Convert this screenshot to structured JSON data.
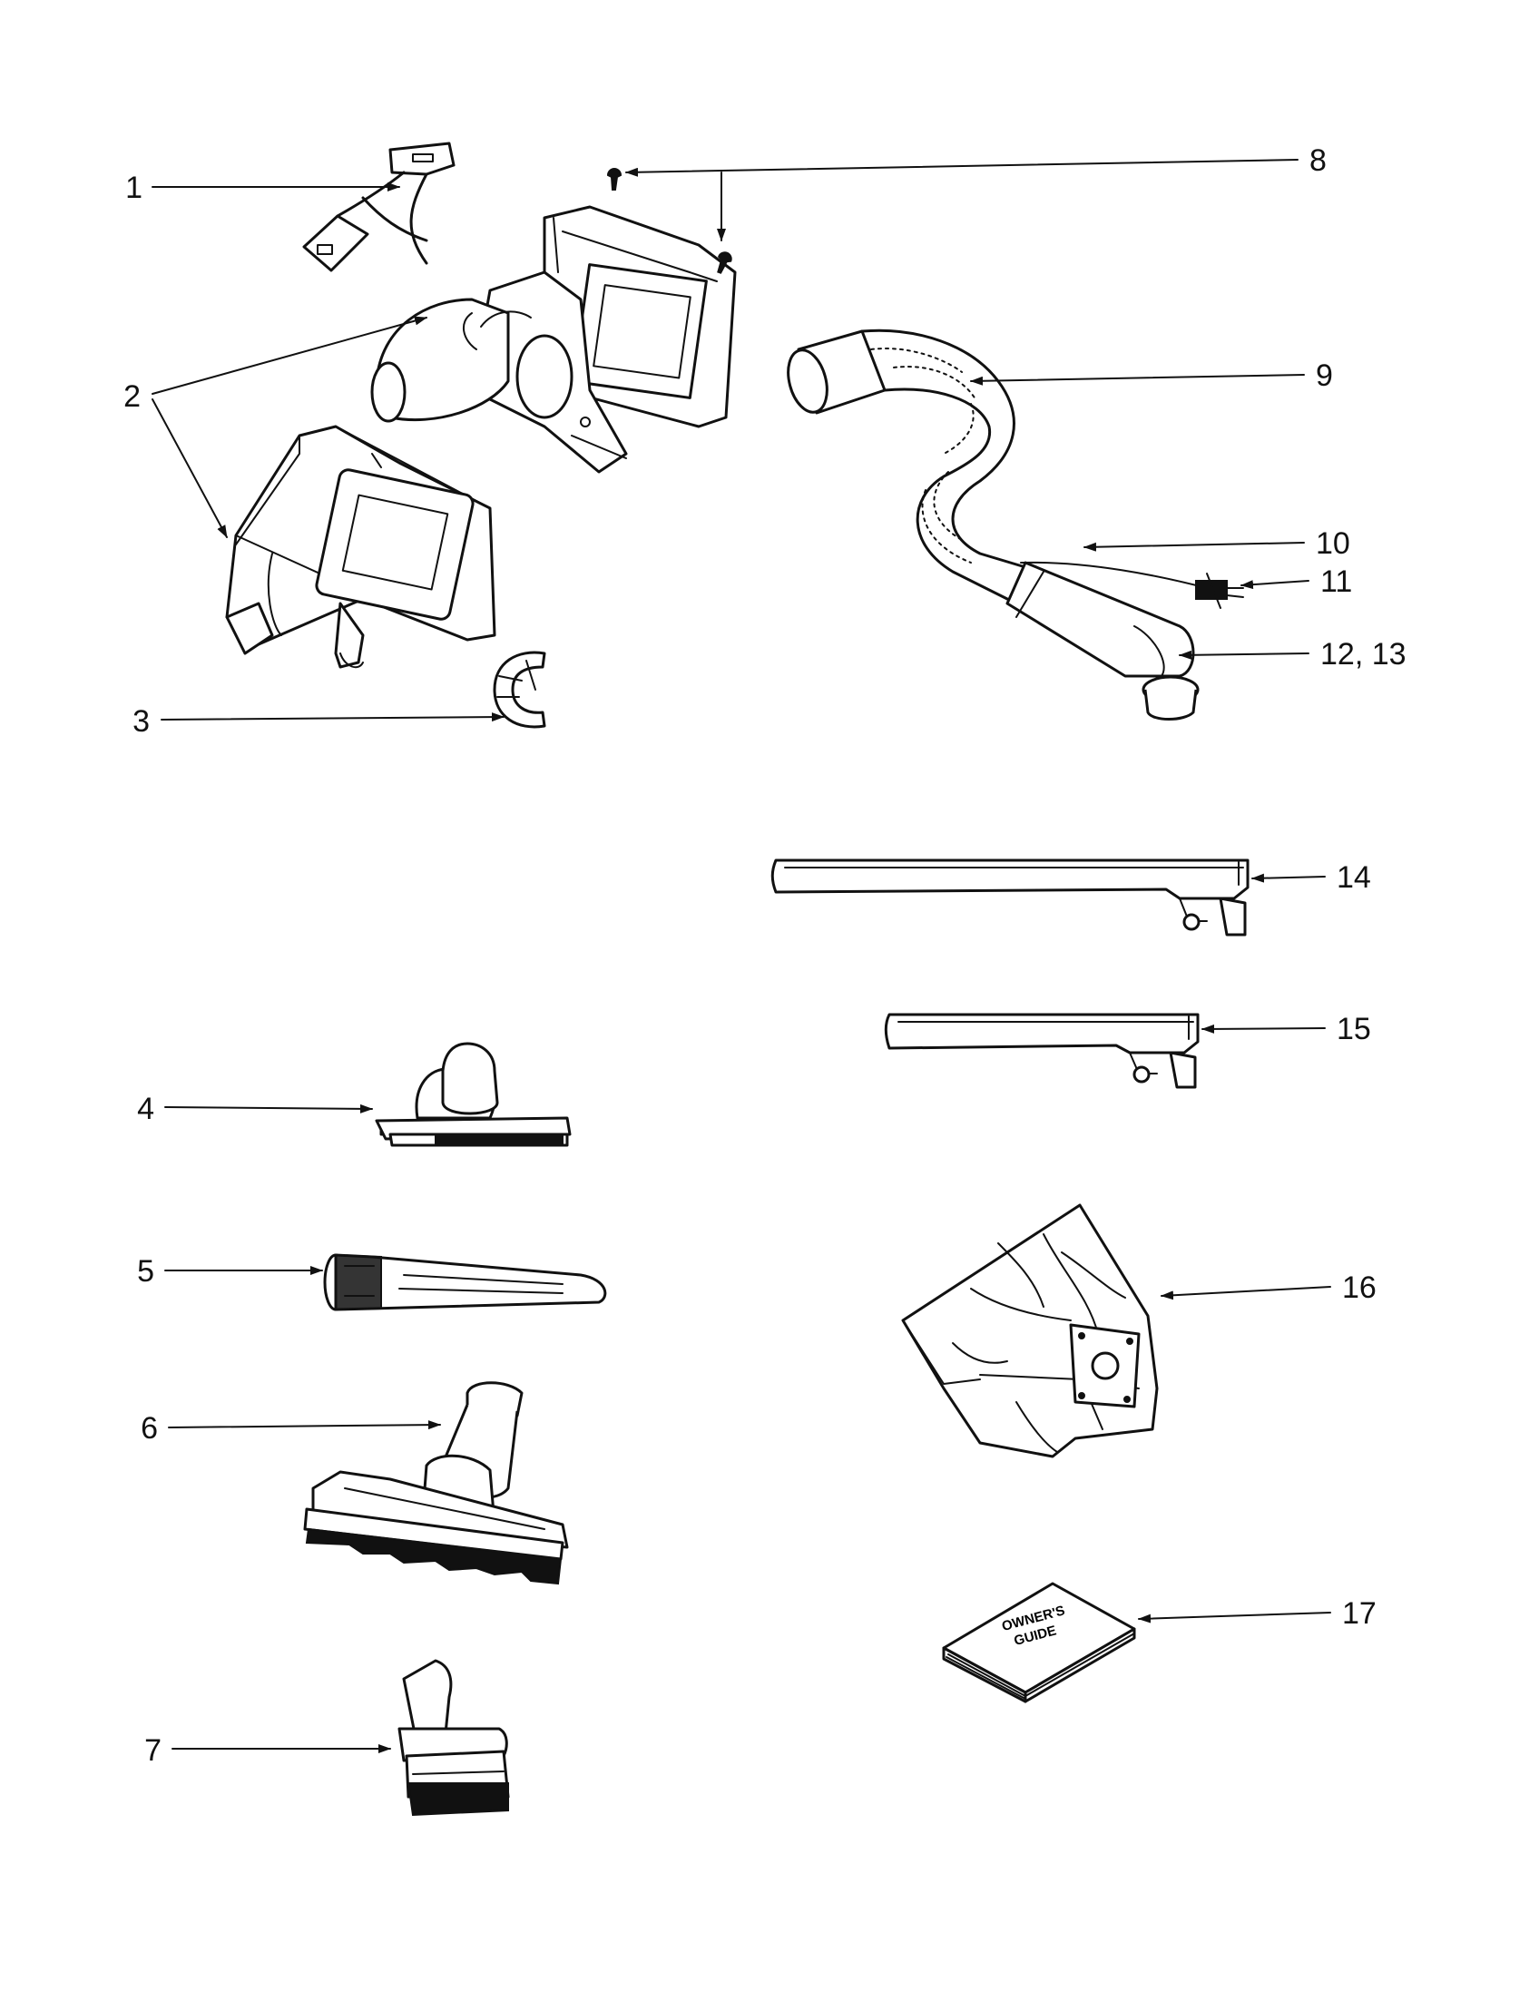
{
  "callouts": {
    "c1": "1",
    "c2": "2",
    "c3": "3",
    "c4": "4",
    "c5": "5",
    "c6": "6",
    "c7": "7",
    "c8": "8",
    "c9": "9",
    "c10": "10",
    "c11": "11",
    "c12": "12, 13",
    "c14": "14",
    "c15": "15",
    "c16": "16",
    "c17": "17"
  },
  "guide": {
    "line1": "OWNER'S",
    "line2": "GUIDE"
  }
}
